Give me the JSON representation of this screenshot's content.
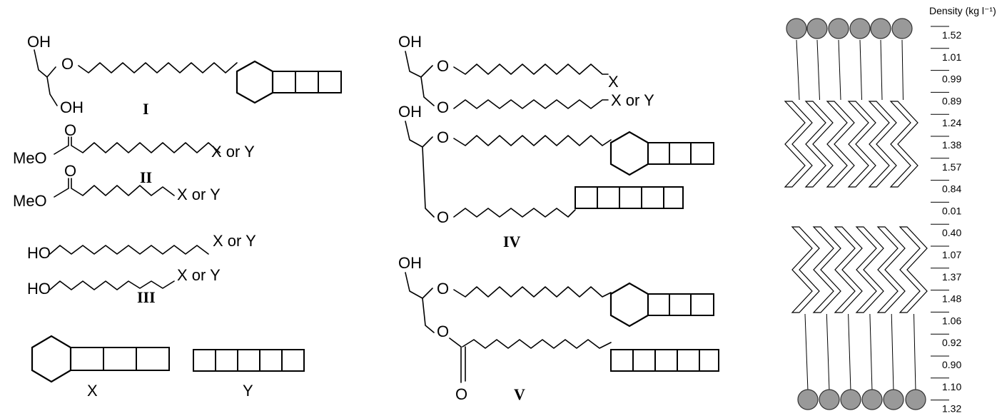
{
  "chem": {
    "oh": "OH",
    "ho": "HO",
    "o": "O",
    "meo": "MeO",
    "x": "X",
    "y": "Y",
    "x_or_y": "X or Y"
  },
  "roman": {
    "i": "I",
    "ii": "II",
    "iii": "III",
    "iv": "IV",
    "v": "V"
  },
  "legend": {
    "x": "X",
    "y": "Y"
  },
  "density": {
    "title": "Density (kg l⁻¹)",
    "values": [
      "1.52",
      "1.01",
      "0.99",
      "0.89",
      "1.24",
      "1.38",
      "1.57",
      "0.84",
      "0.01",
      "0.40",
      "1.07",
      "1.37",
      "1.48",
      "1.06",
      "0.92",
      "0.90",
      "1.10",
      "1.32"
    ]
  }
}
